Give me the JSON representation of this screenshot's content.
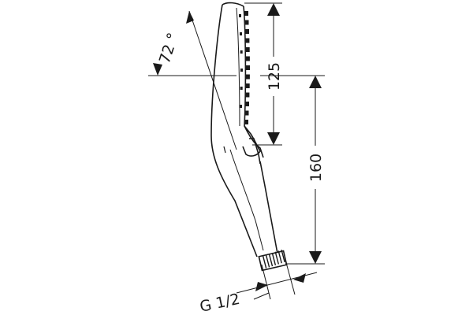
{
  "drawing": {
    "angle_label": "72 °",
    "dim_head_label": "125",
    "dim_handle_label": "160",
    "thread_label": "G 1/2"
  }
}
